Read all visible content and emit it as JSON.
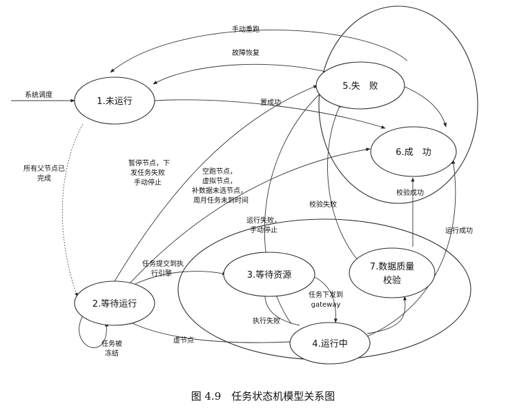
{
  "nodes": {
    "not_run": "1.未运行",
    "waiting_run": "2.等待运行",
    "waiting_resource": "3.等待资源",
    "running": "4.运行中",
    "failed": "5.失　败",
    "success": "6.成　功",
    "quality_check_line1": "7.数据质量",
    "quality_check_line2": "校验"
  },
  "edges": {
    "manual_rerun": "手动重跑",
    "fault_recovery": "故障恢复",
    "system_schedule": "系统调度",
    "set_success": "置成功",
    "all_parents_done_line1": "所有父节点已",
    "all_parents_done_line2": "完成",
    "pause_line1": "暂停节点，下",
    "pause_line2": "发任务失败",
    "pause_line3": "手动停止",
    "skip_line1": "空跑节点，",
    "skip_line2": "虚拟节点，",
    "skip_line3": "补数据未选节点，",
    "skip_line4": "周月任务未到时间",
    "run_fail_manual_line1": "运行失败，",
    "run_fail_manual_line2": "手动停止",
    "check_fail": "校验失败",
    "check_success": "校验成功",
    "run_success": "运行成功",
    "submit_line1": "任务提交到执",
    "submit_line2": "行引擎",
    "dispatch_line1": "任务下发到",
    "dispatch_line2": "gateway",
    "exec_fail": "执行失败",
    "virtual_node": "虚节点",
    "frozen_line1": "任务被",
    "frozen_line2": "冻结"
  },
  "caption": "图 4.9　任务状态机模型关系图"
}
